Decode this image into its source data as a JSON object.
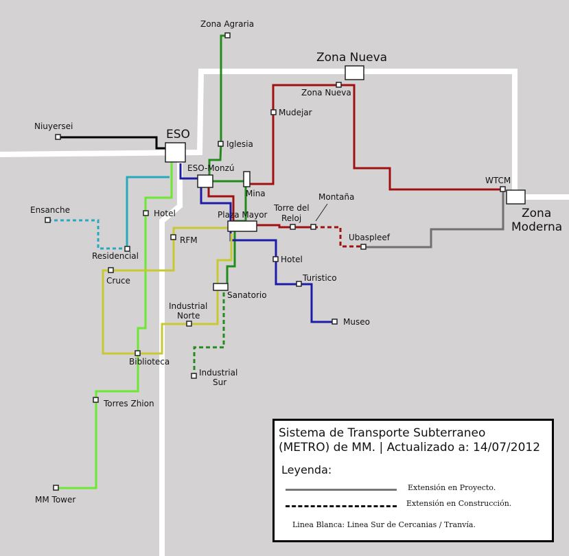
{
  "colors": {
    "background": "#d4d2d3",
    "white_line": "#ffffff",
    "line_black": "#000000",
    "line_green": "#238a1e",
    "line_red": "#a01010",
    "line_blue": "#1c1ca6",
    "line_cyan": "#27a9bd",
    "line_lime": "#6de832",
    "line_yellow": "#c8c832",
    "line_gray": "#707070"
  },
  "zones": {
    "nueva": "Zona Nueva",
    "moderna_1": "Zona",
    "moderna_2": "Moderna",
    "eso": "ESO"
  },
  "stations": {
    "zona_agraria": "Zona Agraria",
    "zona_nueva": "Zona Nueva",
    "mudejar": "Mudejar",
    "niuyersei": "Niuyersei",
    "iglesia": "Iglesia",
    "eso_monzu": "ESO-Monzú",
    "mina": "Mina",
    "wtcm": "WTCM",
    "ensanche": "Ensanche",
    "hotel_w": "Hotel",
    "plaza_mayor": "Plaza Mayor",
    "torre_del_1": "Torre del",
    "torre_del_2": "Reloj",
    "montana": "Montaña",
    "rfm": "RFM",
    "residencial": "Residencial",
    "ubaspleef": "Ubaspleef",
    "hotel_e": "Hotel",
    "cruce": "Cruce",
    "turistico": "Turistico",
    "sanatorio": "Sanatorio",
    "industrial_norte_1": "Industrial",
    "industrial_norte_2": "Norte",
    "museo": "Museo",
    "biblioteca": "Biblioteca",
    "industrial_sur_1": "Industrial",
    "industrial_sur_2": "Sur",
    "torres_zhion": "Torres Zhion",
    "mm_tower": "MM Tower"
  },
  "legend": {
    "title_line1": "Sistema de Transporte Subterraneo",
    "title_line2": "(METRO) de MM. | Actualizado a: 14/07/2012",
    "heading": "Leyenda:",
    "project": "Extensión en Proyecto.",
    "construction": "Extensión en Construcción.",
    "white_line": "Linea Blanca: Linea Sur de Cercanias / Tranvía."
  }
}
